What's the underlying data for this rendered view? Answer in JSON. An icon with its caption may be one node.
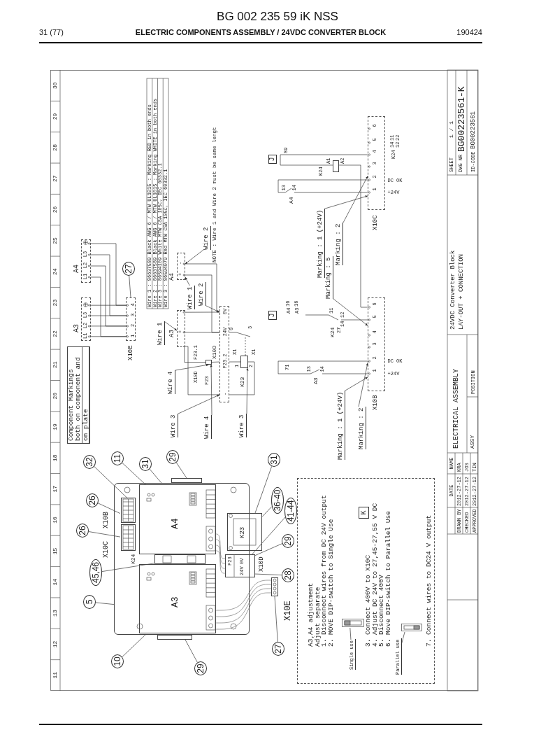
{
  "diagram": {
    "title": "ELECTRIC COMPONENTS ASSEMBLY / 24VDC CONVERTER BLOCK",
    "nodes": [
      {
        "text": [
          "Component Markings both on component and on plate"
        ]
      },
      {
        "text": [
          "L1",
          "L2",
          "L3"
        ],
        "beside": [
          "A3"
        ]
      },
      {
        "text": [
          "L1",
          "L2",
          "L3"
        ],
        "beside": [
          "A4"
        ]
      },
      {
        "text": [
          "1",
          "2",
          "3",
          "4"
        ],
        "beside": [
          "X10E"
        ]
      },
      {
        "text": [
          "27"
        ]
      },
      {
        "text": [
          "+",
          "-"
        ],
        "beside": [
          "A4"
        ]
      },
      {
        "text": [
          "+",
          "-"
        ],
        "beside": [
          "A3"
        ]
      },
      {
        "text": [
          "0V",
          "24V",
          "F23.2",
          "-"
        ],
        "beside": [
          "X10D"
        ]
      },
      {
        "text": [],
        "shape": "box",
        "beside": [
          "F23"
        ]
      },
      {
        "text": [],
        "shape": "box",
        "beside": [
          "K23"
        ]
      },
      {
        "text": [
          "J"
        ]
      },
      {
        "text": [
          "J"
        ]
      },
      {
        "text": [
          "1",
          "2",
          "3",
          "4",
          "5",
          "6"
        ],
        "beside": [
          "X10C",
          "DC OK",
          "+24V"
        ]
      },
      {
        "text": [
          "13",
          "14"
        ],
        "beside": [
          "A4"
        ]
      },
      {
        "text": [],
        "shape": "box",
        "beside": [
          "K24",
          "A1",
          "A2"
        ]
      },
      {
        "text": [
          "1",
          "2",
          "3",
          "4",
          "5",
          "6"
        ],
        "beside": [
          "X10B",
          "DC OK",
          "+24V"
        ]
      },
      {
        "text": [
          "13",
          "14"
        ],
        "beside": [
          "A3"
        ]
      },
      {
        "text": [
          "11",
          "12",
          "14"
        ],
        "beside": [
          "K24",
          "27"
        ]
      },
      {
        "text": [
          "A3,A4 adjustment",
          "Adjust separate",
          "1. Disconnect wires from DC 24V output",
          "2. MOVE DIP-switch to Single Use",
          "3. Connect 400V to X10C",
          "4. Adjust DC 24V to 27,45-27,55 V DC",
          "5. Disconnect 400V",
          "6. Move DIP-switch to Parallel Use",
          "7. Connect wires to DC24 V output"
        ]
      },
      {
        "text": [],
        "shape": "picture",
        "in": 18
      },
      {
        "text": [
          "Single use"
        ],
        "in": 18
      },
      {
        "text": [],
        "shape": "picture",
        "in": 18
      },
      {
        "text": [
          "Parallel use"
        ],
        "in": 18
      },
      {
        "text": [
          "K"
        ],
        "in": 18
      },
      {
        "text": [
          "32"
        ]
      },
      {
        "text": [
          "11"
        ]
      },
      {
        "text": [
          "31"
        ]
      },
      {
        "text": [
          "29"
        ]
      },
      {
        "text": [
          "26"
        ]
      },
      {
        "text": [
          "26"
        ]
      },
      {
        "text": [
          "45,46"
        ]
      },
      {
        "text": [
          "5"
        ]
      },
      {
        "text": [
          "10"
        ]
      },
      {
        "text": [
          "29"
        ]
      },
      {
        "text": [
          "27"
        ]
      },
      {
        "text": [
          "28"
        ]
      },
      {
        "text": [
          "29"
        ]
      },
      {
        "text": [
          "41-44"
        ]
      },
      {
        "text": [
          "36-40"
        ]
      },
      {
        "text": [
          "31"
        ]
      },
      {
        "text": [
          "Wire 1"
        ]
      },
      {
        "text": [
          "Wire 1"
        ]
      },
      {
        "text": [
          "Wire 2"
        ]
      },
      {
        "text": [
          "Wire 2"
        ]
      },
      {
        "text": [
          "Wire 4"
        ]
      },
      {
        "text": [
          "Wire 4"
        ]
      },
      {
        "text": [
          "Wire 3"
        ]
      },
      {
        "text": [
          "Wire 3"
        ]
      },
      {
        "text": [
          "Marking : 1 (+24V)"
        ]
      },
      {
        "text": [
          "Marking : 5"
        ]
      },
      {
        "text": [
          "Marking : 2"
        ]
      },
      {
        "text": [
          "Marking : 1 (+24V)"
        ]
      },
      {
        "text": [
          "Marking : 2"
        ]
      },
      {
        "text": [],
        "shape": "box"
      },
      {
        "text": [
          "A4"
        ],
        "in": 53
      },
      {
        "text": [
          "A3"
        ],
        "in": 53
      },
      {
        "text": [],
        "shape": "box",
        "in": 53
      },
      {
        "text": [],
        "shape": "box",
        "in": 53
      },
      {
        "text": [],
        "shape": "box",
        "in": 53
      },
      {
        "text": [
          "K23"
        ]
      },
      {
        "text": [
          "F23",
          "0V",
          "24V"
        ],
        "beside": [
          "X10D"
        ]
      },
      {
        "text": [],
        "shape": "box",
        "beside": [
          "X10E"
        ]
      },
      {
        "text": [],
        "shape": "box"
      },
      {
        "text": [],
        "shape": "box"
      }
    ],
    "edges": [
      {
        "from": 1,
        "to": 3,
        "arrow": "none"
      },
      {
        "from": 1,
        "to": 3,
        "arrow": "none"
      },
      {
        "from": 1,
        "to": 3,
        "arrow": "none"
      },
      {
        "from": 1,
        "to": 3,
        "arrow": "none"
      },
      {
        "from": 2,
        "to": 3,
        "arrow": "none"
      },
      {
        "from": 2,
        "to": 3,
        "arrow": "none"
      },
      {
        "from": 2,
        "to": 3,
        "arrow": "none"
      },
      {
        "from": 2,
        "to": 3,
        "arrow": "none"
      },
      {
        "from": 4,
        "to": 3,
        "arrow": "none"
      },
      {
        "from": 5,
        "to": 7,
        "arrow": "none"
      },
      {
        "from": 5,
        "to": 7,
        "arrow": "none"
      },
      {
        "from": 6,
        "to": 7,
        "arrow": "none"
      },
      {
        "from": 6,
        "to": 7,
        "arrow": "none"
      },
      {
        "from": 6,
        "to": 8,
        "arrow": "none"
      },
      {
        "from": 8,
        "to": 7,
        "arrow": "none"
      },
      {
        "from": 7,
        "to": 9,
        "arrow": "none"
      },
      {
        "from": 9,
        "to": 7,
        "arrow": "none"
      },
      {
        "from": 7,
        "to": 6,
        "arrow": "none"
      },
      {
        "from": 7,
        "to": null,
        "arrow": "none"
      },
      {
        "from": 12,
        "to": 13,
        "arrow": "none"
      },
      {
        "from": 12,
        "to": 13,
        "arrow": "none"
      },
      {
        "from": 12,
        "to": 14,
        "arrow": "none"
      },
      {
        "from": 14,
        "to": 15,
        "arrow": "none"
      },
      {
        "from": 15,
        "to": 16,
        "arrow": "none"
      },
      {
        "from": 15,
        "to": 16,
        "arrow": "none"
      },
      {
        "from": 17,
        "to": 15,
        "arrow": "none"
      },
      {
        "from": null,
        "to": 17,
        "arrow": "none"
      },
      {
        "from": 20,
        "to": 19,
        "arrow": "none"
      },
      {
        "from": 22,
        "to": 21,
        "arrow": "none"
      },
      {
        "from": 24,
        "to": 57,
        "arrow": "none"
      },
      {
        "from": 25,
        "to": 54,
        "arrow": "none"
      },
      {
        "from": 26,
        "to": 53,
        "arrow": "none"
      },
      {
        "from": 27,
        "to": 62,
        "arrow": "none"
      },
      {
        "from": 28,
        "to": 57,
        "arrow": "none"
      },
      {
        "from": 29,
        "to": 58,
        "arrow": "none"
      },
      {
        "from": 30,
        "to": 56,
        "arrow": "none"
      },
      {
        "from": 31,
        "to": 53,
        "arrow": "none"
      },
      {
        "from": 32,
        "to": 55,
        "arrow": "none"
      },
      {
        "from": 33,
        "to": 63,
        "arrow": "none"
      },
      {
        "from": 34,
        "to": 61,
        "arrow": "none"
      },
      {
        "from": 35,
        "to": 60,
        "arrow": "none"
      },
      {
        "from": 36,
        "to": 60,
        "arrow": "none"
      },
      {
        "from": 37,
        "to": 60,
        "arrow": "none"
      },
      {
        "from": 38,
        "to": 59,
        "arrow": "none"
      },
      {
        "from": 39,
        "to": 59,
        "arrow": "none"
      },
      {
        "from": 40,
        "to": 6,
        "arrow": "to"
      },
      {
        "from": 41,
        "to": 5,
        "arrow": "to"
      },
      {
        "from": 42,
        "to": 7,
        "arrow": "to"
      },
      {
        "from": 43,
        "to": 5,
        "arrow": "to"
      },
      {
        "from": 44,
        "to": 8,
        "arrow": "to"
      },
      {
        "from": 45,
        "to": 8,
        "arrow": "to"
      },
      {
        "from": 46,
        "to": 7,
        "arrow": "to"
      },
      {
        "from": 47,
        "to": 9,
        "arrow": "to"
      },
      {
        "from": 48,
        "to": 12,
        "arrow": "to"
      },
      {
        "from": 49,
        "to": 15,
        "arrow": "to"
      },
      {
        "from": 50,
        "to": 12,
        "arrow": "to"
      },
      {
        "from": 51,
        "to": 15,
        "arrow": "to"
      },
      {
        "from": 52,
        "to": 15,
        "arrow": "to"
      },
      {
        "from": 9,
        "to": null,
        "arrow": "none",
        "style": "dashed"
      },
      {
        "from": 55,
        "to": 61,
        "arrow": "none"
      },
      {
        "from": 55,
        "to": 61,
        "arrow": "none"
      },
      {
        "from": 55,
        "to": 61,
        "arrow": "none"
      },
      {
        "from": 55,
        "to": 61,
        "arrow": "none"
      },
      {
        "from": 54,
        "to": 60,
        "arrow": "none"
      },
      {
        "from": 54,
        "to": 60,
        "arrow": "none"
      },
      {
        "from": 54,
        "to": 60,
        "arrow": "none"
      },
      {
        "from": 54,
        "to": 60,
        "arrow": "none"
      }
    ],
    "labels": [
      "BG 002 235 59 iK NSS",
      "31 (77)",
      "190424",
      "11",
      "12",
      "13",
      "14",
      "15",
      "16",
      "17",
      "18",
      "19",
      "20",
      "21",
      "22",
      "23",
      "24",
      "25",
      "26",
      "27",
      "28",
      "29",
      "30",
      "X10B",
      "X10C",
      "K24",
      "Wire 1 : 86637589 Black AWG 6 / MTW UL1015 : Marking RED in both ends",
      "Wire 2 : 86637589 Black AWG 6 / MTW UL1015 : Marking WHITE in both ends",
      "Wire 3 : 86594109 White MTW CSA 105C, IEC 60332.1",
      "Wire 3 : 86594079 Red MTW CSA 105C, IEC 60332.1",
      "NOTE : Wire 1 and Wire 2 must be same lengt",
      "X10D",
      "F23.1",
      "X1",
      "X1",
      "1",
      "2",
      "8",
      "3",
      "89",
      "71",
      "A4",
      "16",
      "A3",
      "16",
      "K24",
      "14",
      "12",
      "11",
      "22",
      "DATE",
      "NAME",
      "DRAWN BY",
      "2012-27-12",
      "KRA",
      "CHECKED",
      "2012-27-12",
      "JOS",
      "APPROVED",
      "2012-27-12",
      "TIN",
      "ELECTRICAL ASSEMBLY",
      "ASSY",
      "POSITION",
      "24VDC Converter Block",
      "LAY-OUT + CONNECTION",
      "SHEET",
      "1 / 1",
      "DWG NR",
      "BG00223561-K",
      "ID-CODE",
      "BG00223561"
    ]
  }
}
